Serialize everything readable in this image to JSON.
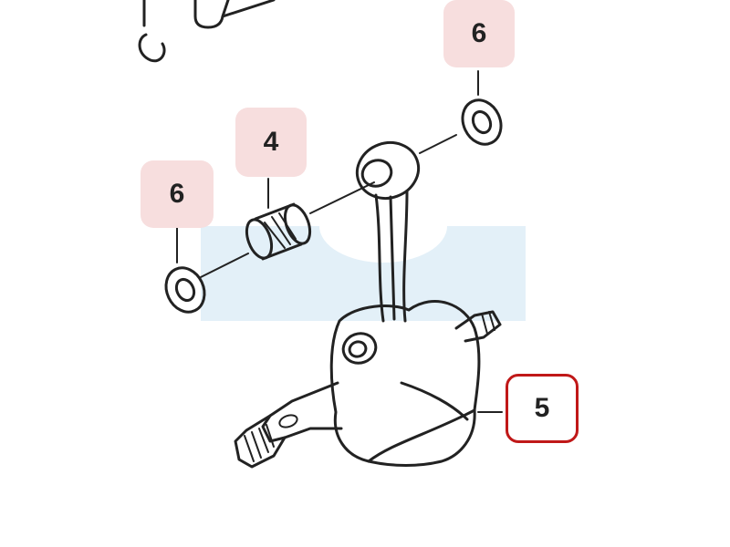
{
  "diagram": {
    "callouts": [
      {
        "id": "ring-top-right",
        "label": "6",
        "highlight": "soft"
      },
      {
        "id": "bearing",
        "label": "4",
        "highlight": "soft"
      },
      {
        "id": "ring-left",
        "label": "6",
        "highlight": "soft"
      },
      {
        "id": "crankshaft",
        "label": "5",
        "highlight": "selected"
      }
    ],
    "colors": {
      "soft_highlight": "#f7dede",
      "selected_border": "#c01818",
      "line_art": "#222222",
      "watermark": "#e3f0f8"
    }
  }
}
